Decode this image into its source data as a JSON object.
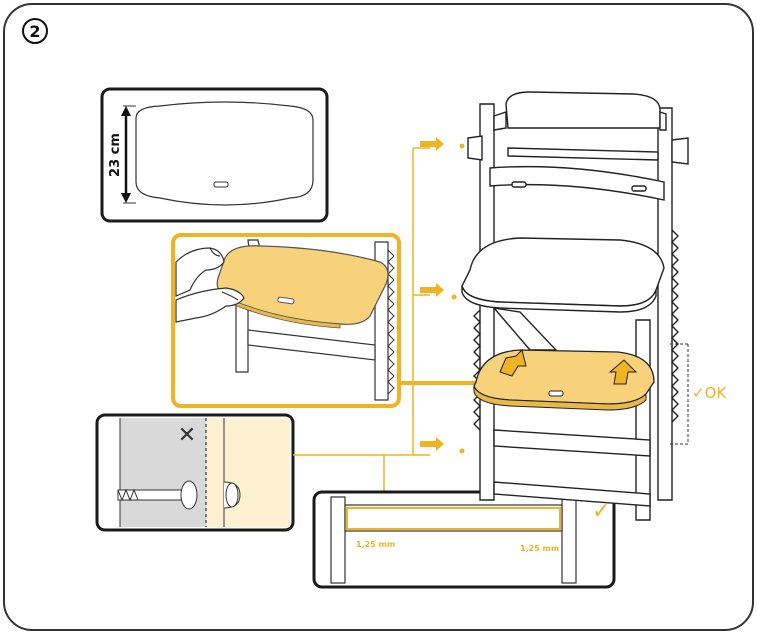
{
  "step": {
    "number": "2"
  },
  "seat_detail": {
    "height_label": "23 cm"
  },
  "screw_detail": {
    "wrong_mark": "✕"
  },
  "footrest_detail": {
    "gap_left_label": "1,25 mm",
    "gap_right_label": "1,25 mm",
    "check_mark": "✓"
  },
  "chair": {
    "ok_label": "✓OK"
  },
  "colors": {
    "accent": "#f0b323",
    "seat_fill": "#f7d27a",
    "frame_stroke": "#222222",
    "panel_stroke": "#1a1a1a",
    "grey_bg": "#d9d9d9",
    "cream_bg": "#fdf1d2"
  }
}
